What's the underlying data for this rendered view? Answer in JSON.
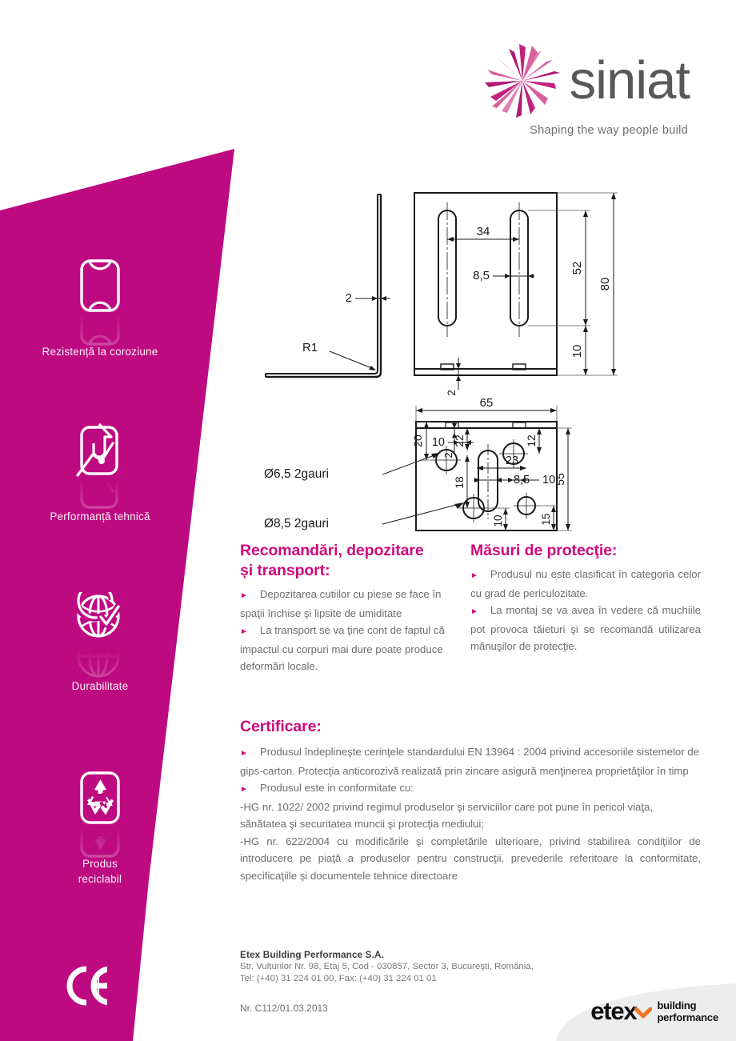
{
  "brand": {
    "logo_word": "siniat",
    "tagline": "Shaping the way people build",
    "magenta": "#bd0a81",
    "heading_pink": "#cf0a7d",
    "logo_gray": "#58585a"
  },
  "sidebar": {
    "features": [
      {
        "icon": "corrosion-resistance-icon",
        "label": "Rezistență la coroziune"
      },
      {
        "icon": "technical-performance-icon",
        "label": "Performanță tehnică"
      },
      {
        "icon": "durability-globe-icon",
        "label": "Durabilitate"
      },
      {
        "icon": "recyclable-icon",
        "label": "Produs\nreciclabil"
      }
    ],
    "ce_mark": "CE"
  },
  "drawing": {
    "name": "technical-drawing-bracket",
    "labels": {
      "thickness": "2",
      "radius": "R1",
      "slot_spacing": "34",
      "slot_width": "8,5",
      "slot_height": "52",
      "total_height": "80",
      "bottom_offset": "10",
      "plate_width": "65",
      "dim_20": "20",
      "dim_10_left": "10",
      "dim_2_top": "2",
      "dim_22": "22",
      "dim_12": "12",
      "dim_23": "23",
      "dim_18": "18",
      "dim_85_bottom": "8,5",
      "dim_10_right": "10",
      "dim_55": "55",
      "dim_15": "15",
      "dim_10_bottom": "10",
      "hole_65": "Ø6,5  2gauri",
      "hole_85": "Ø8,5  2gauri",
      "bottom_2": "2"
    }
  },
  "sections": {
    "storage": {
      "title_line1": "Recomandări, depozitare",
      "title_line2": "și transport:",
      "items": [
        "Depozitarea cutiilor cu piese se face în spaţii închise şi lipsite de umiditate",
        "La transport se va ţine cont de faptul că impactul cu corpuri mai dure poate produce deformări locale."
      ]
    },
    "protection": {
      "title": "Măsuri de protecţie:",
      "items": [
        "Produsul nu este clasificat în categoria celor cu grad de periculozitate.",
        "La montaj se va avea în vedere că muchiile pot provoca tăieturi şi se recomandă utilizarea mănuşilor de protecţie."
      ]
    },
    "certification": {
      "title": "Certificare:",
      "item1": "Produsul îndeplineşte cerinţele standardului EN 13964 : 2004 privind accesoriile sistemelor de gips-carton. Protecţia anticorozivă realizată prin zincare asigură menţinerea proprietăţilor în timp",
      "item2": "Produsul este in conformitate cu:",
      "para1": "-HG nr. 1022/ 2002 privind regimul produselor şi serviciilor care pot pune în pericol viaţa, sănătatea şi securitatea muncii şi protecţia mediului;",
      "para2": "-HG nr. 622/2004 cu modificările şi completările ulterioare, privind stabilirea condiţiilor de introducere pe piaţă a produselor pentru construcţii, prevederile referitoare la conformitate, specificaţiile şi documentele tehnice directoare"
    }
  },
  "footer": {
    "company": "Etex Building Performance S.A.",
    "address": "Str. Vulturilor Nr. 98, Etaj 5, Cod - 030857, Sector 3, Bucureşti, România,",
    "contact": "Tel:  (+40) 31 224 01 00, Fax:  (+40) 31 224 01 01",
    "doc_nr": "Nr. C112/01.03.2013",
    "etex_word": "etex",
    "etex_sub_line1": "building",
    "etex_sub_line2": "performance"
  }
}
